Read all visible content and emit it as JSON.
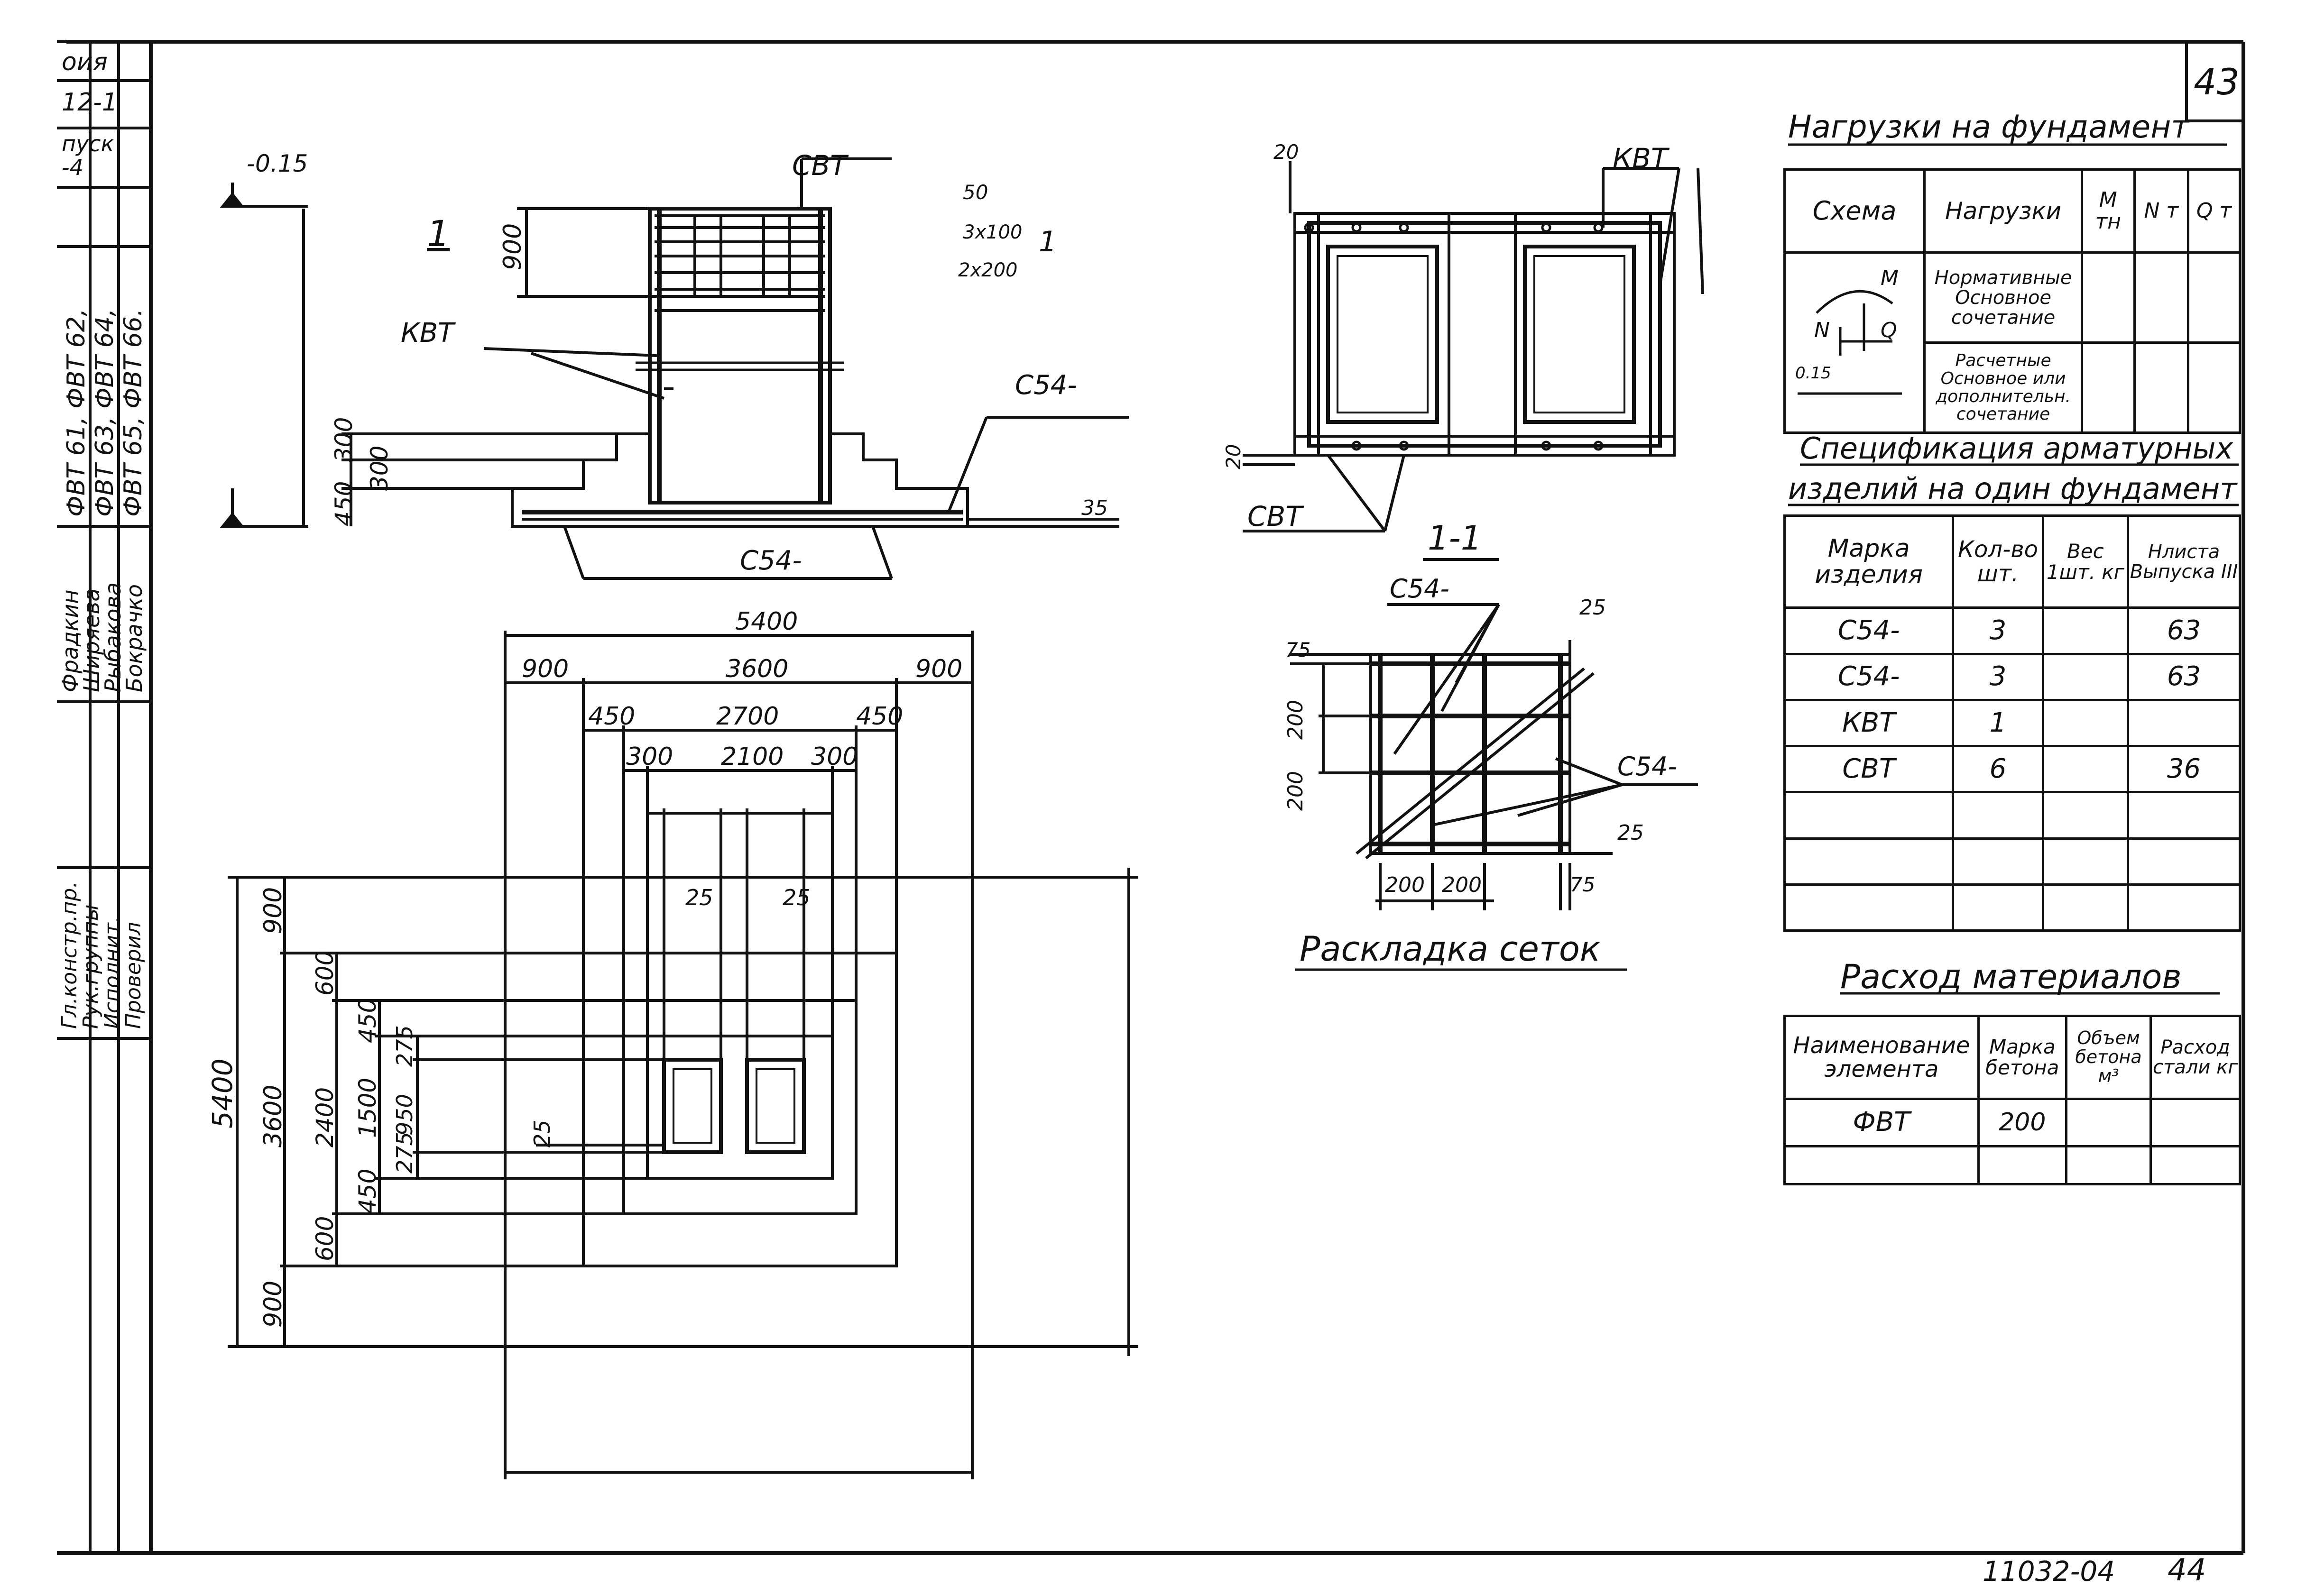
{
  "sheet": {
    "number": "43",
    "doc_code": "11032-04",
    "page": "44"
  },
  "stamp": {
    "top": [
      "оия",
      "12-1",
      "пуск",
      "-4"
    ],
    "marks_lines": [
      "ФВТ 61, ФВТ 62,",
      "ФВТ 63, ФВТ 64,",
      "ФВТ 65, ФВТ 66."
    ],
    "names": [
      "Фрадкин",
      "Ширяева",
      "Рыбакова",
      "Бокрачко"
    ],
    "roles": [
      "Гл.констр.пр.",
      "Рук.группы",
      "Исполнит.",
      "Проверил"
    ]
  },
  "section_drawing": {
    "elev_top": "-0.15",
    "svt": "СВТ",
    "kvt": "КВТ",
    "cut_mark": "1",
    "d900": "900",
    "d50": "50",
    "d3x100": "3х100",
    "d2x200": "2х200",
    "c54_right": "С54-",
    "c54_bottom": "С54-",
    "d300a": "300",
    "d300b": "300",
    "d450": "450",
    "d35": "35"
  },
  "plan_drawing": {
    "top_dims": [
      "5400",
      "900",
      "3600",
      "900",
      "450",
      "2700",
      "450",
      "300",
      "2100",
      "300"
    ],
    "d25a": "25",
    "d25b": "25",
    "d25c": "25",
    "left_outer": "5400",
    "left_mid": [
      "900",
      "3600",
      "900"
    ],
    "left_inner": [
      "600",
      "2400",
      "600"
    ],
    "left_inner2": [
      "450",
      "1500",
      "450"
    ],
    "left_inner3": [
      "275",
      "950",
      "275"
    ]
  },
  "top_view": {
    "kvt": "КВТ",
    "svt": "СВТ",
    "d20a": "20",
    "d20b": "20"
  },
  "mesh": {
    "title": "1-1",
    "c54a": "С54-",
    "c54b": "С54-",
    "d25a": "25",
    "d25b": "25",
    "d75a": "75",
    "d75b": "75",
    "d200": [
      "200",
      "200",
      "200",
      "200"
    ],
    "caption": "Раскладка сеток"
  },
  "loads": {
    "title": "Нагрузки на фундамент",
    "headers": [
      "Схема",
      "Нагрузки",
      "М тн",
      "N т",
      "Q т"
    ],
    "rows": [
      [
        "Нормативные Основное сочетание",
        "",
        "",
        ""
      ],
      [
        "Расчетные Основное или дополнительн. сочетание",
        "",
        "",
        ""
      ]
    ],
    "scheme_labels": [
      "M",
      "N",
      "Q",
      "0.15"
    ]
  },
  "spec": {
    "title1": "Спецификация арматурных",
    "title2": "изделий на один фундамент",
    "headers": [
      "Марка изделия",
      "Кол-во шт.",
      "Вес 1шт. кг",
      "Нлиста Выпуска III"
    ],
    "rows": [
      [
        "С54-",
        "3",
        "",
        "63"
      ],
      [
        "С54-",
        "3",
        "",
        "63"
      ],
      [
        "КВТ",
        "1",
        "",
        ""
      ],
      [
        "СВТ",
        "6",
        "",
        "36"
      ],
      [
        "",
        "",
        "",
        ""
      ],
      [
        "",
        "",
        "",
        ""
      ],
      [
        "",
        "",
        "",
        ""
      ]
    ]
  },
  "materials": {
    "title": "Расход материалов",
    "headers": [
      "Наименование элемента",
      "Марка бетона",
      "Объем бетона м³",
      "Расход стали кг"
    ],
    "rows": [
      [
        "ФВТ",
        "200",
        "",
        ""
      ],
      [
        "",
        "",
        "",
        ""
      ]
    ]
  }
}
